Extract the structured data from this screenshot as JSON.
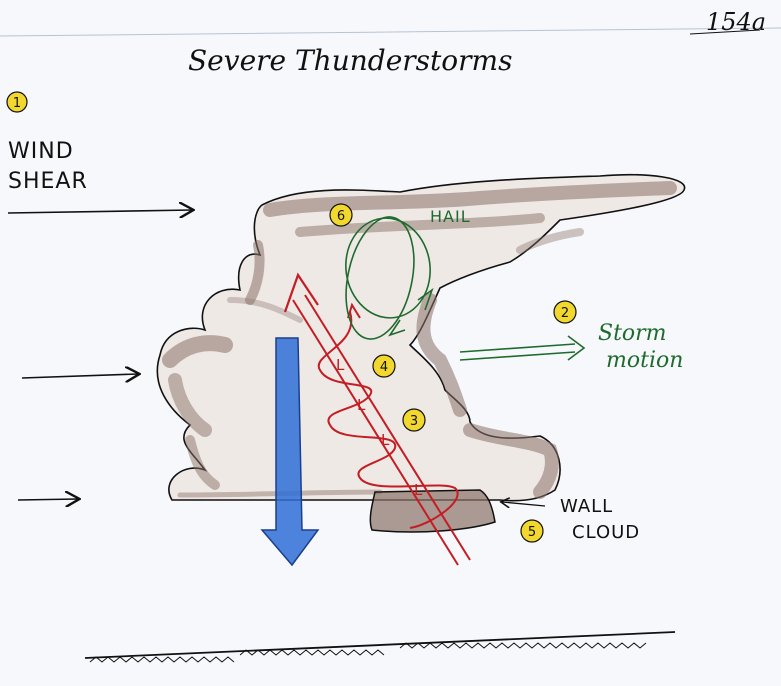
{
  "page_number": "154a",
  "title": "Severe Thunderstorms",
  "labels": {
    "wind": "WIND",
    "shear": "SHEAR",
    "hail": "HAIL",
    "storm": "Storm",
    "motion": "motion",
    "wall": "WALL",
    "cloud": "CLOUD",
    "low_marker": "L"
  },
  "markers": {
    "m1": "1",
    "m2": "2",
    "m3": "3",
    "m4": "4",
    "m5": "5",
    "m6": "6"
  },
  "colors": {
    "ink": "#111111",
    "cloud_shade": "#8a7167",
    "updraft_red": "#c41d24",
    "downdraft_blue": "#2f6fd6",
    "hail_green": "#1f6b2e",
    "marker_yellow": "#f2d82e",
    "paper": "#f7f8fb"
  },
  "icons": {
    "wind_arrow": "right-arrow-icon",
    "downdraft": "down-arrow-icon",
    "updraft": "up-arrow-icon"
  }
}
